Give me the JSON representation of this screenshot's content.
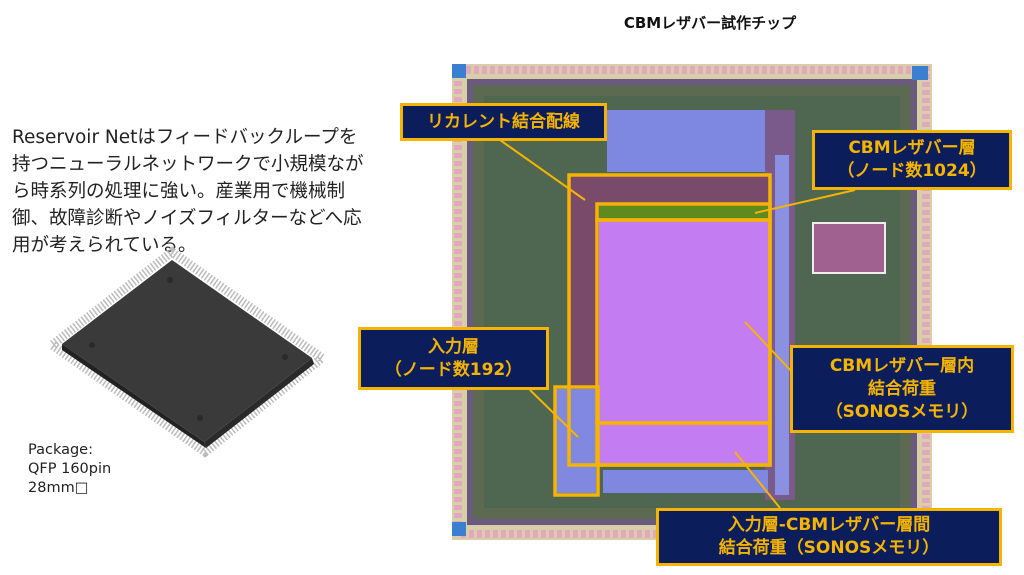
{
  "title": "CBMレザバー試作チップ",
  "description": "Reservoir Netはフィードバックループを持つニューラルネットワークで小規模ながら時系列の処理に強い。産業用で機械制御、故障診断やノイズフィルターなどへ応用が考えられている。",
  "package": {
    "line1": "Package:",
    "line2": "QFP 160pin",
    "line3": "28mm□"
  },
  "labels": {
    "recurrent": "リカレント結合配線",
    "reservoir_layer": {
      "line1": "CBMレザバー層",
      "line2": "（ノード数1024）"
    },
    "input_layer": {
      "line1": "入力層",
      "line2": "（ノード数192）"
    },
    "reservoir_weights": {
      "line1": "CBMレザバー層内",
      "line2": "結合荷重",
      "line3": "（SONOSメモリ）"
    },
    "input_weights": {
      "line1": "入力層-CBMレザバー層間",
      "line2": "結合荷重（SONOSメモリ）"
    }
  },
  "colors": {
    "label_bg": "#0b1d5a",
    "accent": "#f5b400",
    "memory": "#c47cf2",
    "block": "#7f88e0"
  }
}
